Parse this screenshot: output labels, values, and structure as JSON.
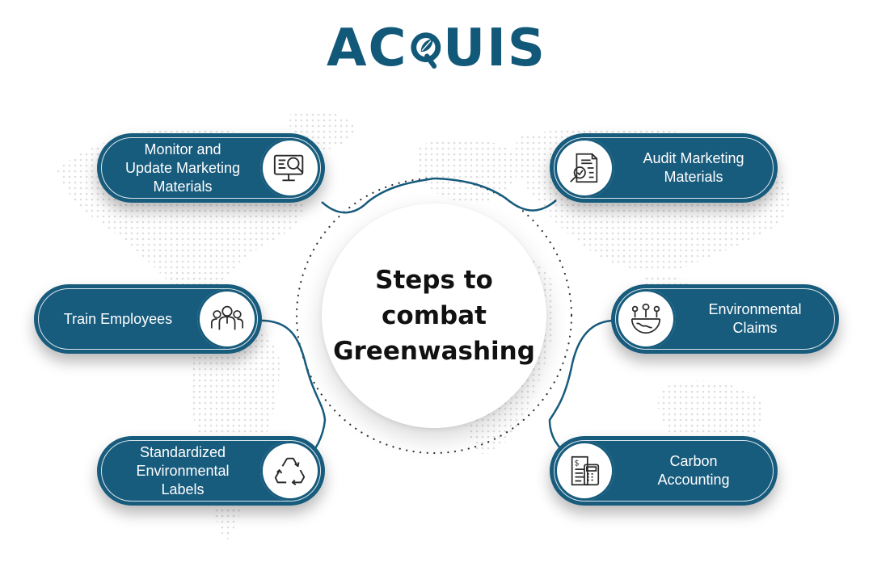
{
  "brand": {
    "logo_text_left": "AC",
    "logo_text_right": "UIS",
    "color": "#125879"
  },
  "center": {
    "title_line1": "Steps to",
    "title_line2": "combat",
    "title_line3": "Greenwashing"
  },
  "steps": {
    "monitor": {
      "line1": "Monitor and",
      "line2": "Update Marketing",
      "line3": "Materials",
      "icon": "monitor-magnifier-icon"
    },
    "train": {
      "line1": "Train Employees",
      "icon": "team-icon"
    },
    "labels": {
      "line1": "Standardized",
      "line2": "Environmental",
      "line3": "Labels",
      "icon": "recycle-icon"
    },
    "audit": {
      "line1": "Audit Marketing",
      "line2": "Materials",
      "icon": "document-audit-icon"
    },
    "claims": {
      "line1": "Environmental",
      "line2": "Claims",
      "icon": "globe-trees-icon"
    },
    "carbon": {
      "line1": "Carbon",
      "line2": "Accounting",
      "icon": "calculator-document-icon"
    }
  },
  "colors": {
    "pill": "#175b7d",
    "connector": "#175b7d",
    "map_dots": "#e3e3e3"
  }
}
